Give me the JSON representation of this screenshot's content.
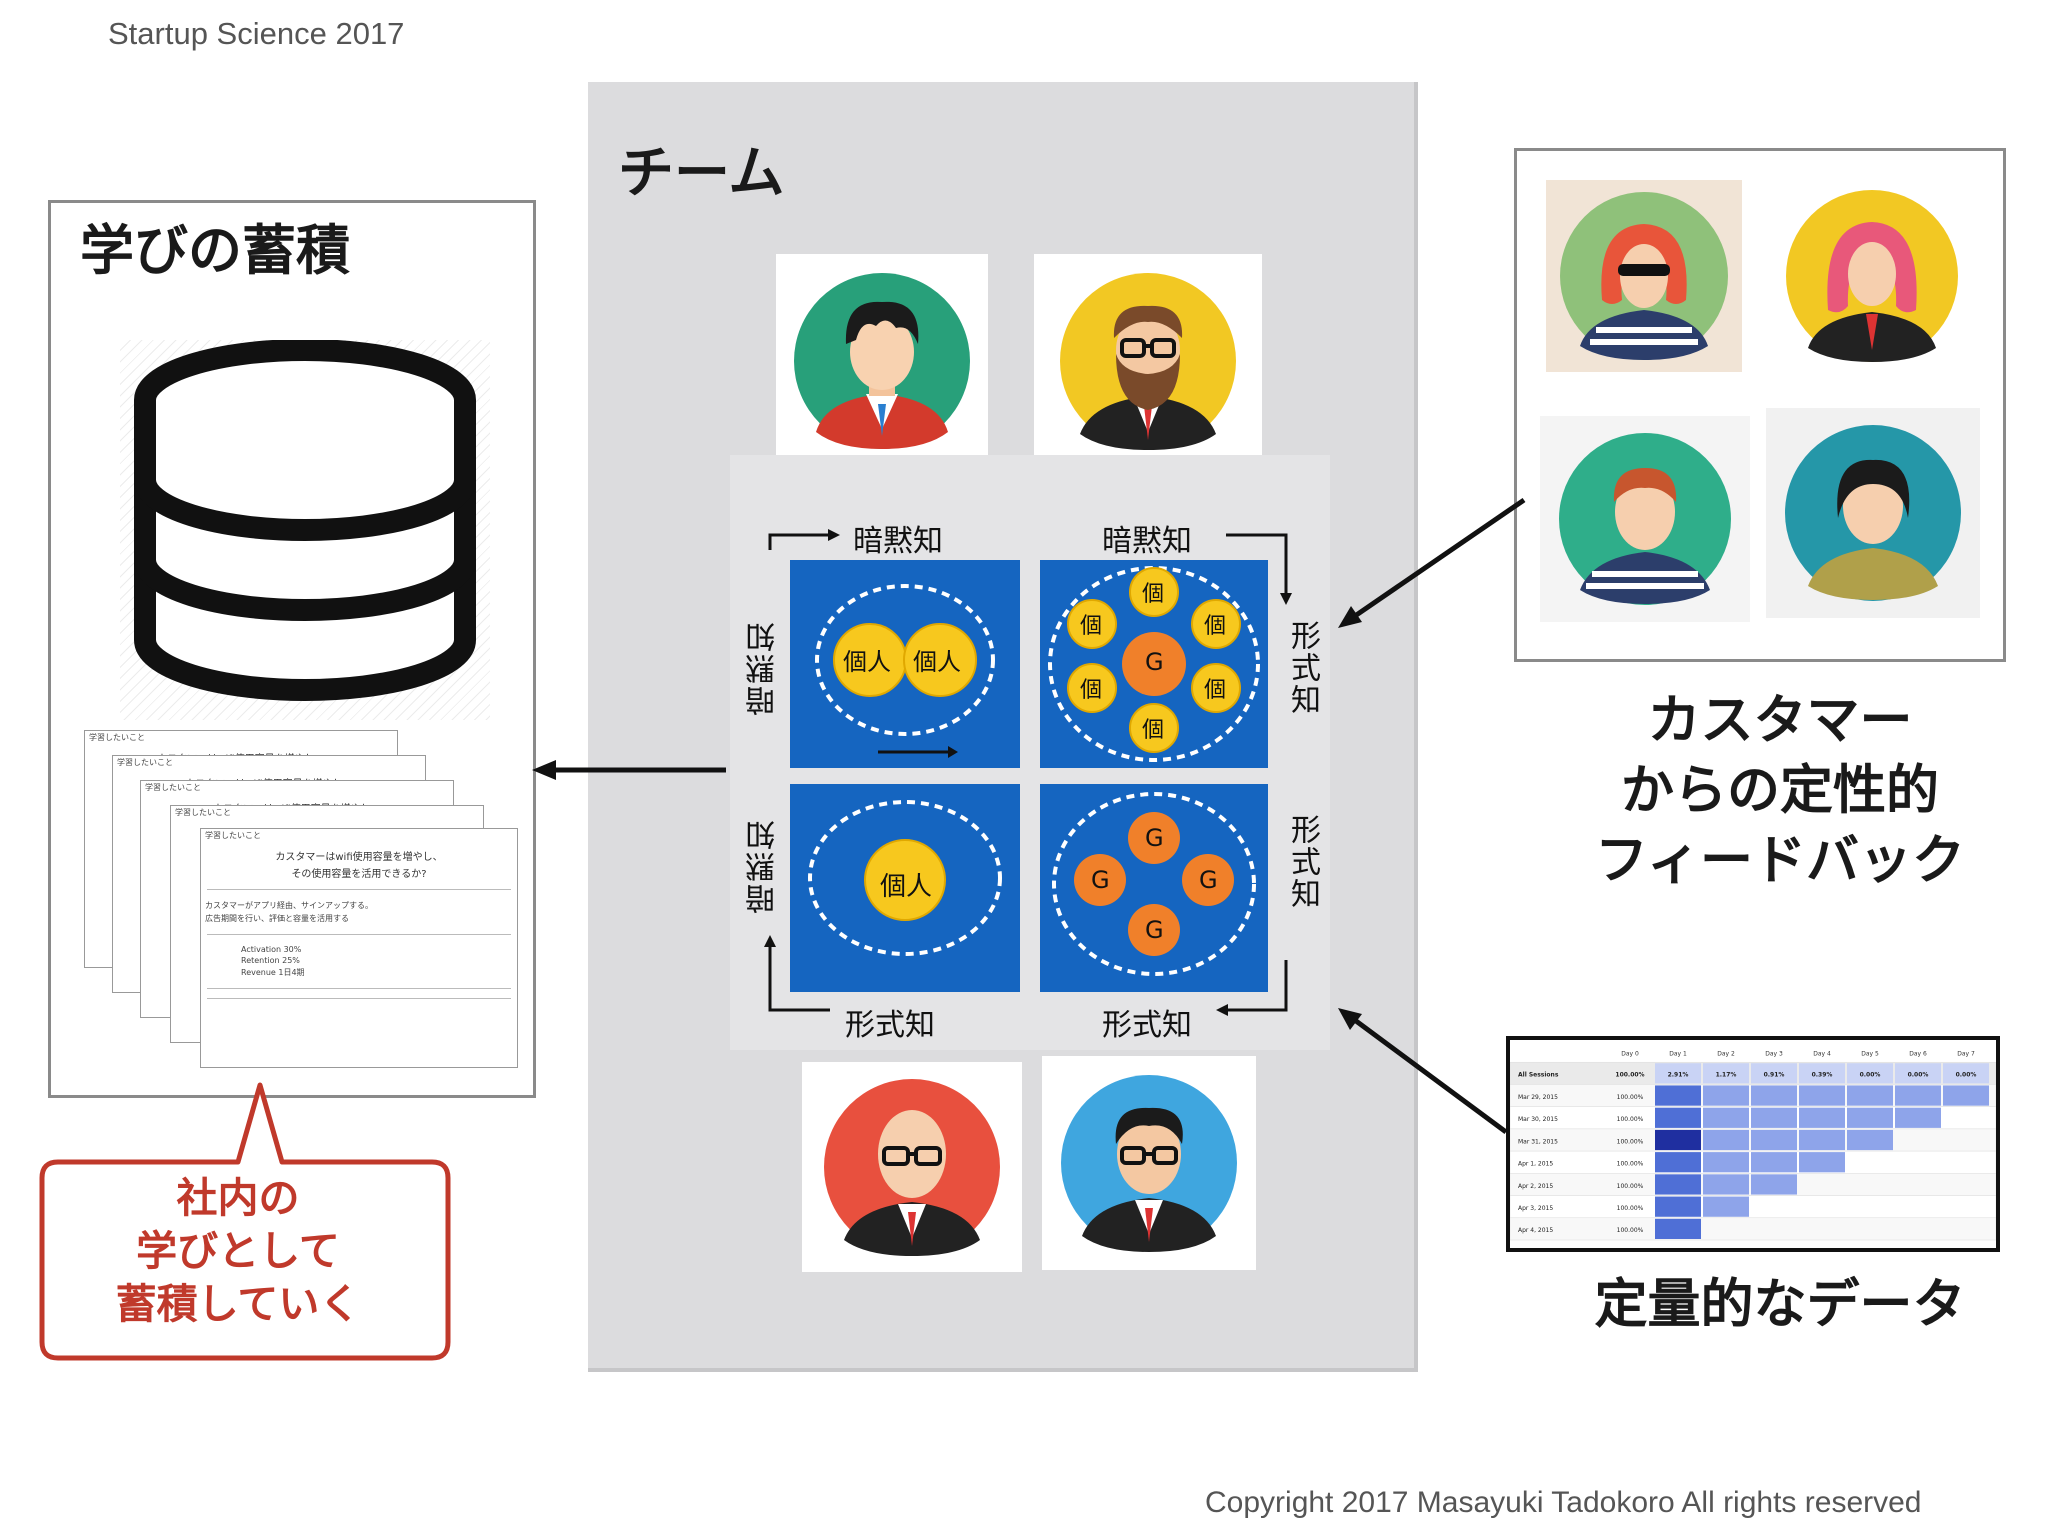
{
  "header": "Startup Science 2017",
  "footer": "Copyright 2017 Masayuki Tadokoro All rights reserved",
  "learning": {
    "title": "学びの蓄積",
    "doc_heading": "学習したいこと",
    "doc_title": "カスタマーはwifi使用容量を増やし、",
    "doc_title_2": "その使用容量を活用できるか?",
    "doc_rows": [
      "カスタマーがアプリ経由、サインアップする。",
      "広告期間を行い、評価と容量を活用する",
      "Activation 30%",
      "Retention 25%",
      "Revenue 1日4期"
    ],
    "callout": [
      "社内の",
      "学びとして",
      "蓄積していく"
    ]
  },
  "team": {
    "title": "チーム",
    "seci": {
      "top_left": "暗黙知",
      "top_right": "暗黙知",
      "bottom_left": "形式知",
      "bottom_right": "形式知",
      "left_upper": "暗黙知",
      "left_lower": "暗黙知",
      "right_upper": "形式知",
      "right_lower": "形式知",
      "individual": "個人",
      "individual_short": "個",
      "group": "G"
    }
  },
  "customer": {
    "label": [
      "カスタマー",
      "からの定性的",
      "フィードバック"
    ]
  },
  "data": {
    "label": "定量的なデータ",
    "columns": [
      "",
      "",
      "Day 0",
      "Day 1",
      "Day 2",
      "Day 3",
      "Day 4",
      "Day 5",
      "Day 6",
      "Day 7"
    ],
    "rows": [
      [
        "All Sessions",
        "",
        "100.00%",
        "2.91%",
        "1.17%",
        "0.91%",
        "0.39%",
        "0.00%",
        "0.00%",
        "0.00%"
      ],
      [
        "Mar 29, 2015",
        "",
        "100.00%",
        "",
        "",
        "",
        "",
        "",
        "",
        ""
      ],
      [
        "Mar 30, 2015",
        "",
        "100.00%",
        "",
        "",
        "",
        "",
        "",
        "",
        ""
      ],
      [
        "Mar 31, 2015",
        "",
        "100.00%",
        "",
        "",
        "",
        "",
        "",
        "",
        ""
      ],
      [
        "Apr 1, 2015",
        "",
        "100.00%",
        "",
        "",
        "",
        "",
        "",
        "",
        ""
      ],
      [
        "Apr 2, 2015",
        "",
        "100.00%",
        "",
        "",
        "",
        "",
        "",
        "",
        ""
      ],
      [
        "Apr 3, 2015",
        "",
        "100.00%",
        "",
        "",
        "",
        "",
        "",
        "",
        ""
      ],
      [
        "Apr 4, 2015",
        "",
        "100.00%",
        "",
        "",
        "",
        "",
        "",
        "",
        ""
      ]
    ]
  },
  "colors": {
    "quad_blue": "#1565c0",
    "individual_yellow": "#f7c81e",
    "group_orange": "#f0802a",
    "callout_red": "#c0392b",
    "panel_gray": "#dcdcde"
  }
}
